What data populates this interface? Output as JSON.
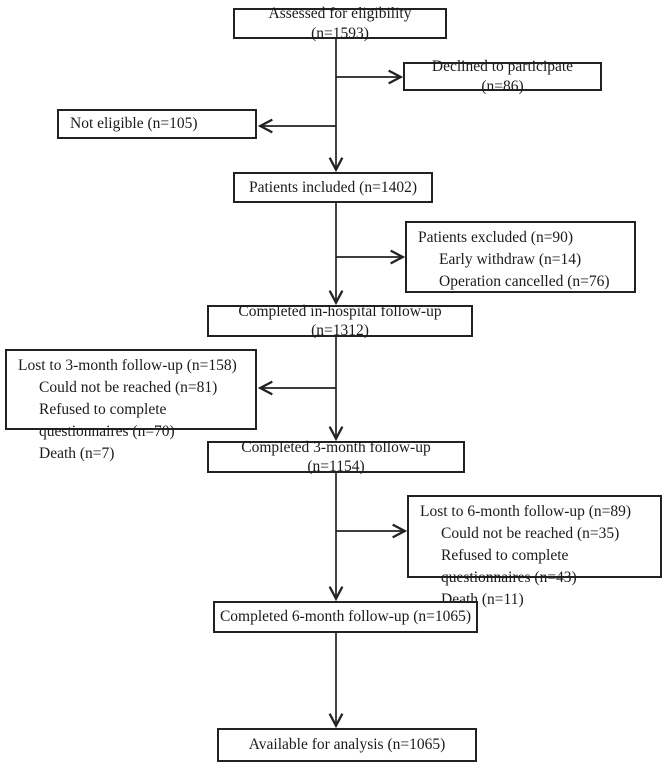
{
  "diagram": {
    "type": "patient-flow-consort",
    "boxes": {
      "assessed": {
        "label": "Assessed for eligibility (n=1593)"
      },
      "declined": {
        "label": "Declined to participate (n=86)"
      },
      "not_eligible": {
        "label": "Not eligible (n=105)"
      },
      "included": {
        "label": "Patients included (n=1402)"
      },
      "excluded": {
        "title": "Patients excluded (n=90)",
        "items": [
          "Early withdraw (n=14)",
          "Operation cancelled (n=76)"
        ]
      },
      "inhospital": {
        "label": "Completed in-hospital follow-up (n=1312)"
      },
      "lost3": {
        "title": "Lost to 3-month follow-up (n=158)",
        "items": [
          "Could not be reached (n=81)",
          "Refused to complete questionnaires (n=70)",
          "Death (n=7)"
        ]
      },
      "completed3": {
        "label": "Completed 3-month follow-up (n=1154)"
      },
      "lost6": {
        "title": "Lost to 6-month follow-up (n=89)",
        "items": [
          "Could not be reached (n=35)",
          "Refused to complete questionnaires (n=43)",
          "Death (n=11)"
        ]
      },
      "completed6": {
        "label": "Completed 6-month follow-up (n=1065)"
      },
      "available": {
        "label": "Available for analysis (n=1065)"
      }
    },
    "colors": {
      "background": "#ffffff",
      "box_border": "#222222",
      "box_fill": "#ffffff",
      "text": "#1b1b1b",
      "arrow": "#222222"
    }
  }
}
